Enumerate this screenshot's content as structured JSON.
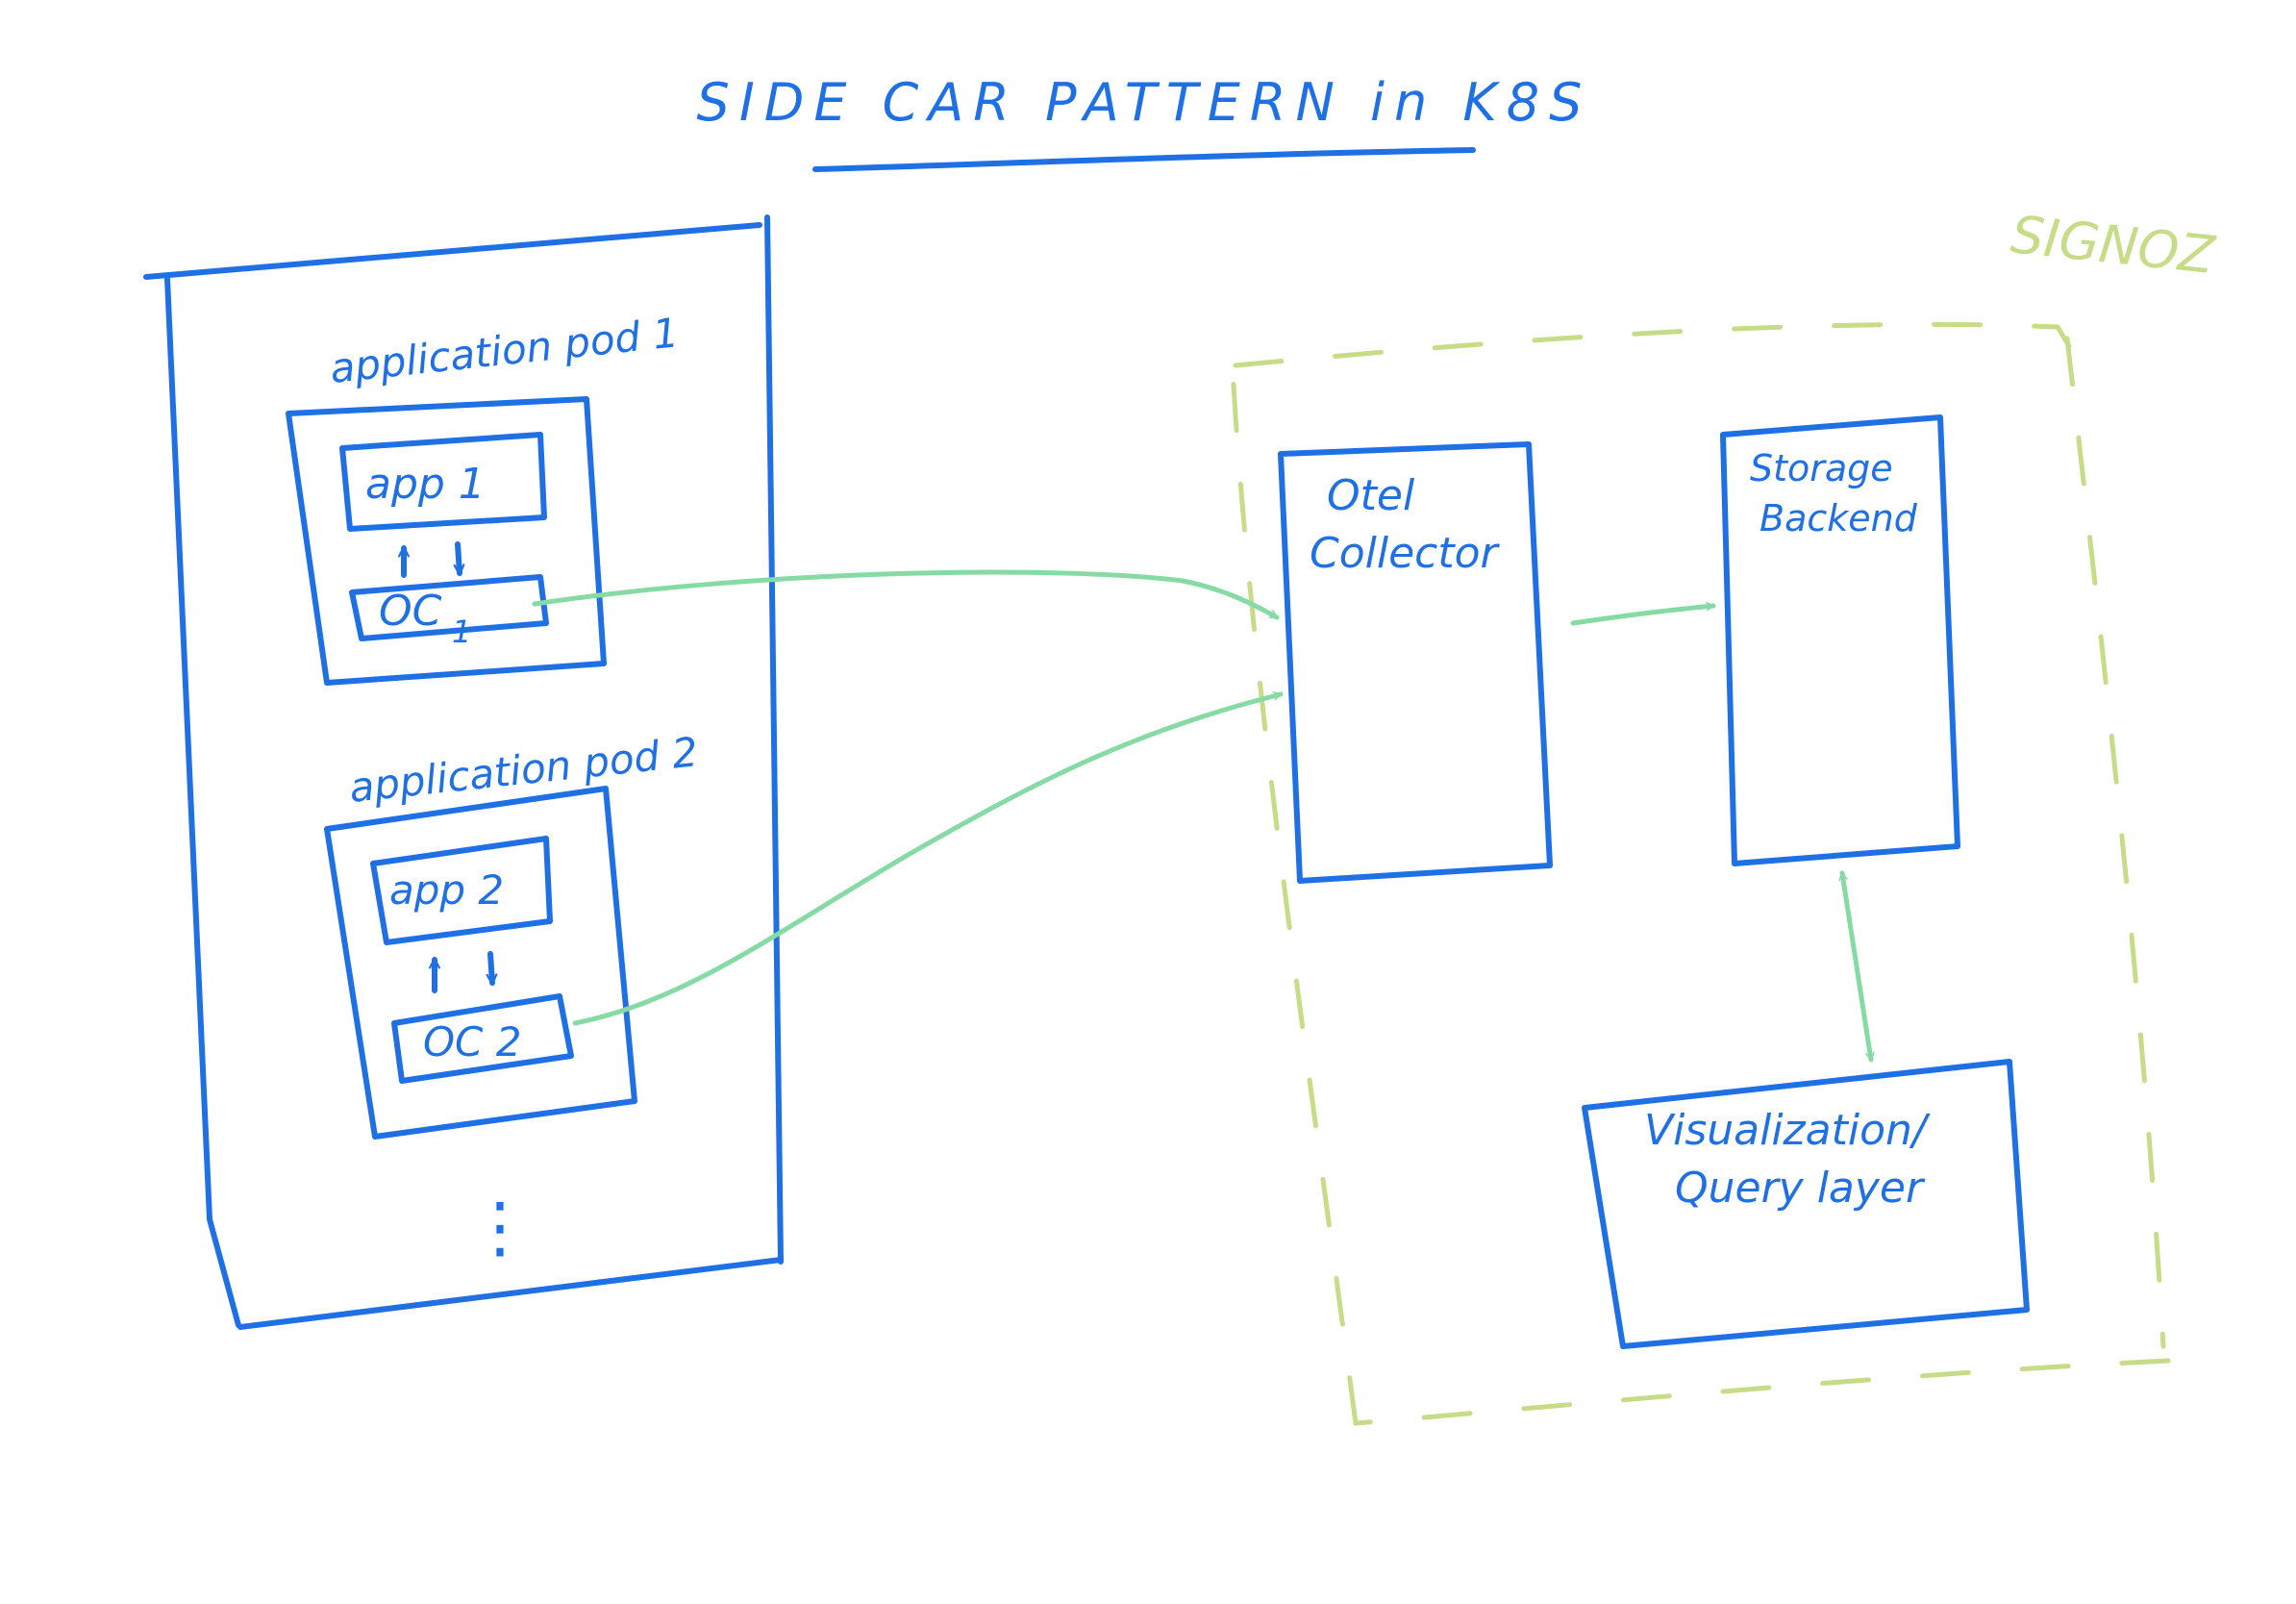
{
  "title": "SIDE CAR PATTERN in K8S",
  "k8s_node": {
    "pods": [
      {
        "label": "application pod 1",
        "app": "app 1",
        "sidecar": "OC",
        "sidecar_sub": "1"
      },
      {
        "label": "application pod 2",
        "app": "app 2",
        "sidecar": "OC 2"
      }
    ],
    "ellipsis": "⋮"
  },
  "signoz": {
    "label": "SIGNOZ",
    "otel_collector": [
      "Otel",
      "Collector"
    ],
    "storage_backend": [
      "Storage",
      "Backend"
    ],
    "visualization": [
      "Visualization/",
      "Query layer"
    ]
  },
  "colors": {
    "ink_blue": "#1f6fe5",
    "arrow_green": "#86dba4",
    "signoz_boundary": "#c6dc86",
    "background": "#ffffff"
  }
}
